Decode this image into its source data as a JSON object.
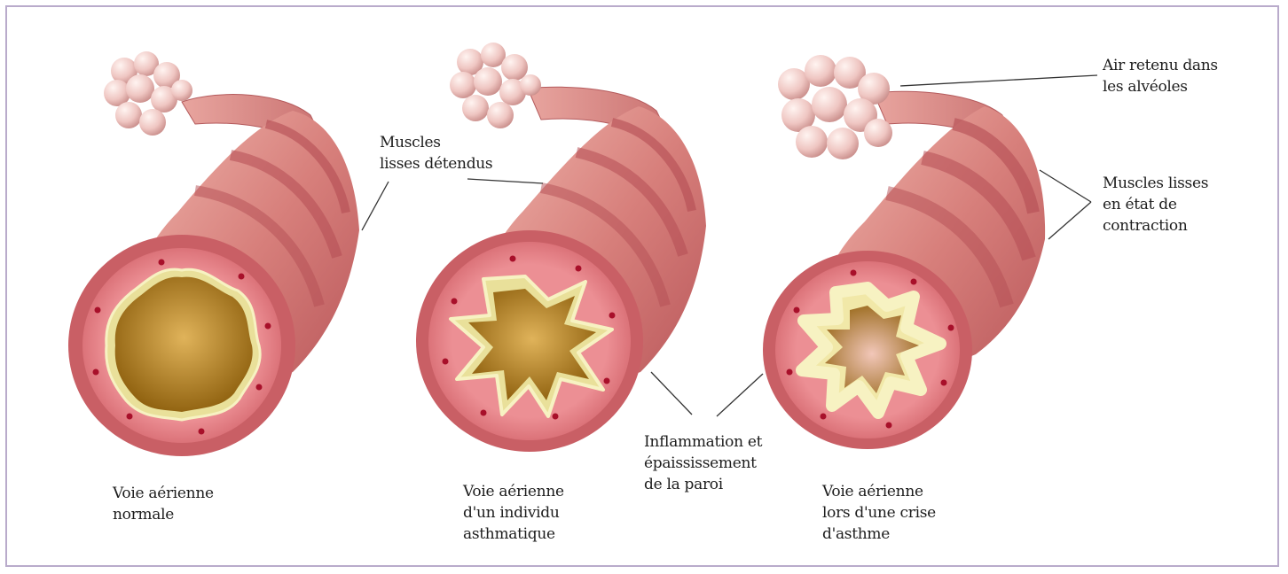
{
  "labels": {
    "normal": "Voie aérienne\nnormale",
    "asthmatic": "Voie aérienne\nd'un individu\nasthmatique",
    "crisis": "Voie aérienne\nlors d'une crise\nd'asthme",
    "relaxed_muscles": "Muscles\nlisses détendus",
    "trapped_air": "Air retenu dans\nles alvéoles",
    "contracted_muscles": "Muscles lisses\nen état de\ncontraction",
    "inflammation": "Inflammation et\népaississement\nde la paroi"
  },
  "colors": {
    "frame": "#b9abcb",
    "tube": "#c45f62",
    "tube_light": "#e8a59f",
    "wall": "#df7a80",
    "lumen": "#a8781b",
    "mucosa": "#f4eeb2",
    "dots": "#a8102a",
    "alveoli": "#efc6c2"
  }
}
